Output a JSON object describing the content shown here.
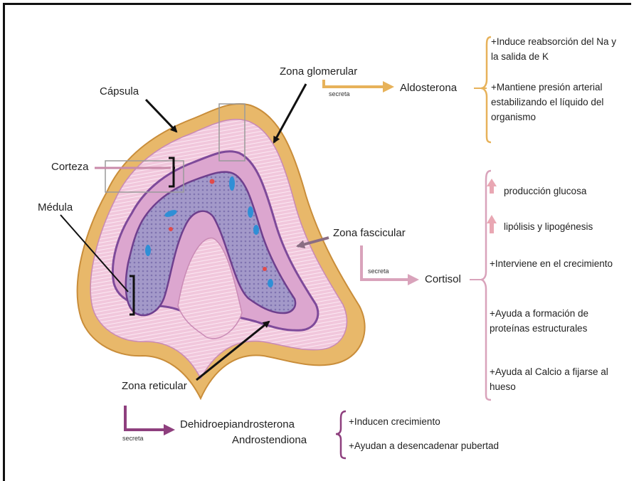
{
  "labels": {
    "capsula": "Cápsula",
    "corteza": "Corteza",
    "medula": "Médula",
    "zona_glomerular": "Zona glomerular",
    "zona_fascicular": "Zona fascicular",
    "zona_reticular": "Zona reticular"
  },
  "glomerular": {
    "secreta": "secreta",
    "hormone": "Aldosterona",
    "effects": [
      "+Induce reabsorción del Na y la salida de K",
      "+Mantiene presión arterial estabilizando el líquido del organismo"
    ]
  },
  "fascicular": {
    "secreta": "secreta",
    "hormone": "Cortisol",
    "effects": [
      "producción glucosa",
      "lipólisis y lipogénesis",
      "+Interviene en el crecimiento",
      "+Ayuda a formación de proteínas estructurales",
      "+Ayuda al Calcio a fijarse al hueso"
    ]
  },
  "reticular": {
    "secreta": "secreta",
    "hormone_1": "Dehidroepiandrosterona",
    "hormone_2": "Androstendiona",
    "effects": [
      "+Inducen crecimiento",
      "+Ayudan a desencadenar pubertad"
    ]
  },
  "colors": {
    "capsule": "#e8b86a",
    "cortex_outer": "#f3cce0",
    "cortex_stripes": "#ffffff",
    "fasciculata_band": "#d59dc9",
    "medulla": "#9a8fc4",
    "medulla_border": "#6e3f8e",
    "glomerular_arrow": "#e7b25a",
    "fascicular_arrow": "#d9a3bb",
    "reticular_arrow": "#8e3f7e",
    "up_arrow": "#e9a7b3"
  }
}
